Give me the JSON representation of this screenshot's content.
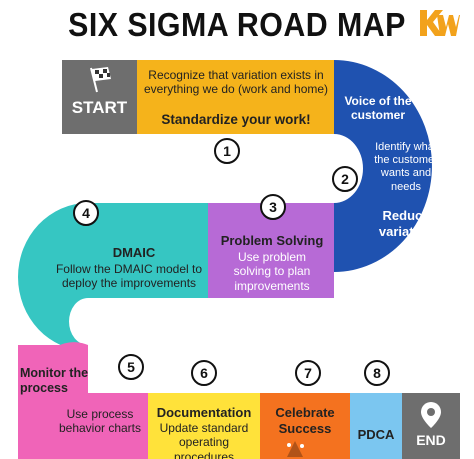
{
  "title": "SIX SIGMA ROAD MAP",
  "logo": {
    "text": "KW",
    "color": "#f2a21c"
  },
  "colors": {
    "start": "#6e6e6e",
    "step1": "#f5b31b",
    "step2": "#1f52b0",
    "step3": "#b76ad6",
    "step4": "#36c6c2",
    "step5": "#f064b8",
    "step6": "#ffe23a",
    "step7": "#f4721f",
    "step8": "#7bc6f0",
    "end": "#6e6e6e"
  },
  "start": {
    "label": "START",
    "icon": "checkered-flag-icon"
  },
  "steps": [
    {
      "number": "1",
      "text": "Recognize that variation exists in everything we do (work and home)",
      "subtitle": "Standardize your work!"
    },
    {
      "number": "2",
      "title": "Voice of the customer",
      "text": "Identify what the customer wants and needs",
      "subtitle": "Reduce variation"
    },
    {
      "number": "3",
      "title": "Problem Solving",
      "text": "Use problem solving to plan improvements"
    },
    {
      "number": "4",
      "title": "DMAIC",
      "text": "Follow the DMAIC model to deploy the improvements"
    },
    {
      "number": "5",
      "title": "Monitor the process",
      "text": "Use process behavior charts"
    },
    {
      "number": "6",
      "title": "Documentation",
      "text": "Update standard operating procedures"
    },
    {
      "number": "7",
      "title": "Celebrate Success",
      "icon": "celebration-icon"
    },
    {
      "number": "8",
      "title": "PDCA"
    }
  ],
  "end": {
    "label": "END",
    "icon": "location-pin-icon"
  }
}
